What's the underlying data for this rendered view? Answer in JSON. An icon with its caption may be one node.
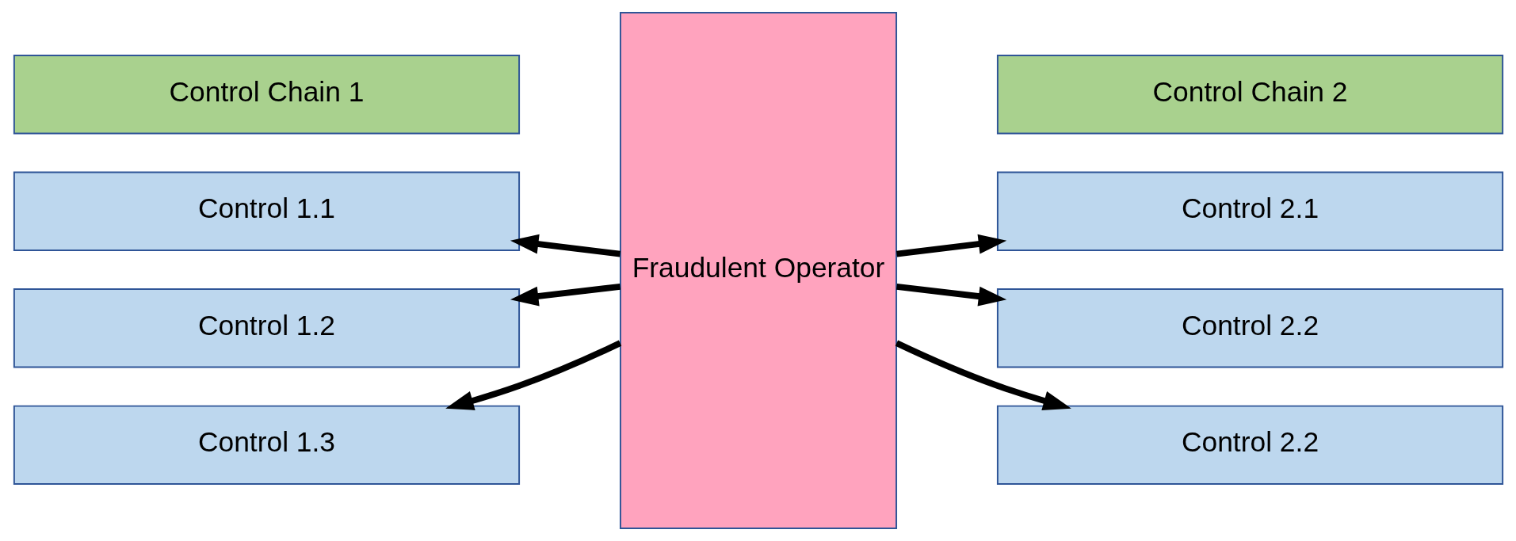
{
  "diagram": {
    "nodes": [
      {
        "text": [
          "Control Chain 1"
        ]
      },
      {
        "text": [
          "Control 1.1"
        ]
      },
      {
        "text": [
          "Control 1.2"
        ]
      },
      {
        "text": [
          "Control 1.3"
        ]
      },
      {
        "text": [
          "Fraudulent Operator"
        ]
      },
      {
        "text": [
          "Control Chain 2"
        ]
      },
      {
        "text": [
          "Control 2.1"
        ]
      },
      {
        "text": [
          "Control 2.2"
        ]
      },
      {
        "text": [
          "Control 2.2"
        ]
      }
    ],
    "edges": [
      {
        "from": 4,
        "to": 1,
        "arrow": "to"
      },
      {
        "from": 4,
        "to": 2,
        "arrow": "to"
      },
      {
        "from": 4,
        "to": 3,
        "arrow": "to"
      },
      {
        "from": 4,
        "to": 6,
        "arrow": "to"
      },
      {
        "from": 4,
        "to": 7,
        "arrow": "to"
      },
      {
        "from": 4,
        "to": 8,
        "arrow": "to"
      }
    ]
  }
}
